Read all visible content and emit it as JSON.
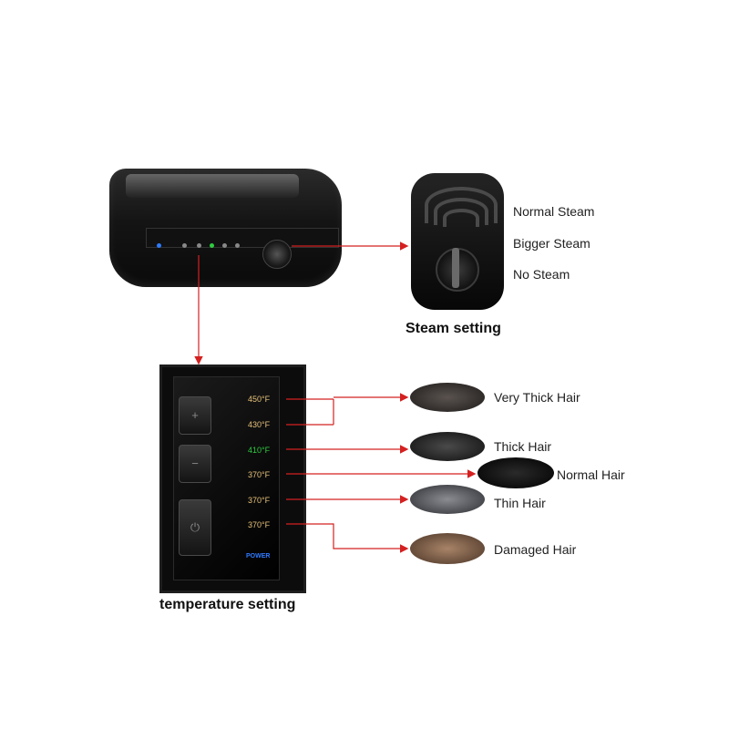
{
  "steam": {
    "options": [
      "Normal Steam",
      "Bigger Steam",
      "No Steam"
    ],
    "caption": "Steam setting"
  },
  "temperature": {
    "caption": "temperature setting",
    "levels": [
      "450°F",
      "430°F",
      "410°F",
      "370°F",
      "370°F",
      "370°F"
    ],
    "power_label": "POWER",
    "buttons": [
      "+",
      "−",
      "⏻"
    ]
  },
  "hair_types": [
    {
      "label": "Very Thick Hair",
      "color": "#3a3533"
    },
    {
      "label": "Thick Hair",
      "color": "#2a2a2a"
    },
    {
      "label": "Normal Hair",
      "color": "#111111"
    },
    {
      "label": "Thin Hair",
      "color": "#4b4d52"
    },
    {
      "label": "Damaged Hair",
      "color": "#7a5a45"
    }
  ],
  "colors": {
    "arrow": "#d42020",
    "active_temp": "#2ecc40",
    "temp_text": "#e6c27a",
    "power": "#2f7bff"
  }
}
